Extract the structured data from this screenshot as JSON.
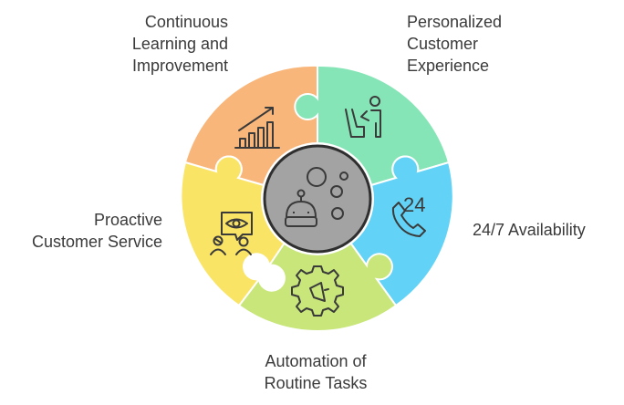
{
  "segments": [
    {
      "id": "continuous",
      "lines": [
        "Continuous",
        "Learning and",
        "Improvement"
      ],
      "color": "#f9b67a",
      "icon": "growth-chart-icon"
    },
    {
      "id": "personalized",
      "lines": [
        "Personalized",
        "Customer",
        "Experience"
      ],
      "color": "#86e5b6",
      "icon": "person-service-icon"
    },
    {
      "id": "availability",
      "lines": [
        "24/7 Availability"
      ],
      "color": "#62d3f6",
      "icon": "phone-24-icon"
    },
    {
      "id": "automation",
      "lines": [
        "Automation of",
        "Routine Tasks"
      ],
      "color": "#c8e67a",
      "icon": "gear-megaphone-icon"
    },
    {
      "id": "proactive",
      "lines": [
        "Proactive",
        "Customer Service"
      ],
      "color": "#fae466",
      "icon": "eye-people-icon"
    }
  ],
  "center": {
    "color": "#a3a3a3",
    "icon": "robot-bubbles-icon"
  },
  "phone_icon_text": "24",
  "colors": {
    "outline": "#3a3a3a",
    "center_ring": "#2f2f2f"
  }
}
